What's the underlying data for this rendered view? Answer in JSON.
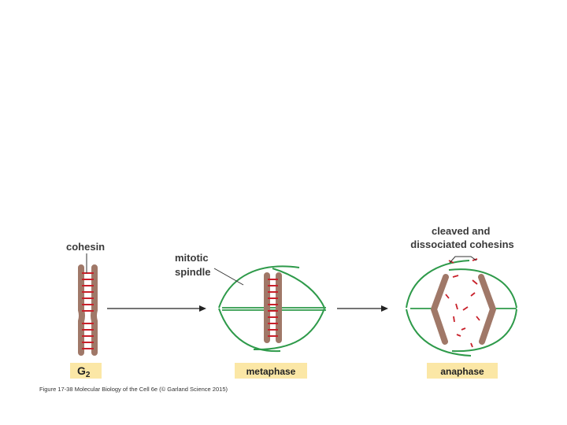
{
  "labels": {
    "cohesin": "cohesin",
    "spindle_line1": "mitotic",
    "spindle_line2": "spindle",
    "cleaved_line1": "cleaved and",
    "cleaved_line2": "dissociated cohesins"
  },
  "stages": {
    "g2_main": "G",
    "g2_sub": "2",
    "metaphase": "metaphase",
    "anaphase": "anaphase"
  },
  "caption": "Figure 17-38 Molecular Biology of the Cell 6e (© Garland Science 2015)",
  "colors": {
    "chromosome": "#a07868",
    "cohesin": "#c8202a",
    "spindle": "#2e9a4a",
    "arrow": "#222222",
    "label_box": "#fbe7a6",
    "text": "#3a3a3a"
  }
}
